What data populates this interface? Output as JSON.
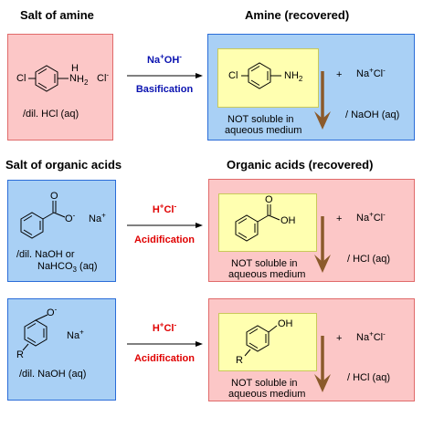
{
  "section1": {
    "left_title": "Salt of amine",
    "right_title": "Amine (recovered)",
    "salt": {
      "cl_sub": "Cl",
      "h": "H",
      "n": "N",
      "h2_main": "H",
      "h2_sub": "2",
      "counter_ion": "Cl",
      "counter_charge": "-",
      "solvent": "/dil. HCl (aq)"
    },
    "reagent": {
      "main": "Na",
      "sup1": "+",
      "mid": "OH",
      "sup2": "-"
    },
    "process": "Basification",
    "product": {
      "cl_sub": "Cl",
      "nh2": "NH",
      "nh2_sub": "2",
      "note1": "NOT soluble in",
      "note2": "aqueous medium",
      "plus": "+",
      "salt_main": "Na",
      "salt_sup1": "+",
      "salt_mid": "Cl",
      "salt_sup2": "-",
      "solvent": "/ NaOH (aq)"
    }
  },
  "section2": {
    "left_title": "Salt of organic acids",
    "right_title": "Organic acids (recovered)",
    "salt": {
      "o_top": "O",
      "o_side": "O",
      "o_charge": "-",
      "counter_main": "Na",
      "counter_sup": "+",
      "solvent_line1": "/dil. NaOH or",
      "solvent_line2_main": "NaHCO",
      "solvent_line2_sub": "3",
      "solvent_line2_end": " (aq)"
    },
    "reagent": {
      "main": "H",
      "sup1": "+",
      "mid": "Cl",
      "sup2": "-"
    },
    "process": "Acidification",
    "product": {
      "o_top": "O",
      "oh": "OH",
      "note1": "NOT soluble in",
      "note2": "aqueous medium",
      "plus": "+",
      "salt_main": "Na",
      "salt_sup1": "+",
      "salt_mid": "Cl",
      "salt_sup2": "-",
      "solvent": "/ HCl (aq)"
    }
  },
  "section3": {
    "salt": {
      "o": "O",
      "o_charge": "-",
      "r": "R",
      "counter_main": "Na",
      "counter_sup": "+",
      "solvent": "/dil. NaOH (aq)"
    },
    "reagent": {
      "main": "H",
      "sup1": "+",
      "mid": "Cl",
      "sup2": "-"
    },
    "process": "Acidification",
    "product": {
      "oh": "OH",
      "r": "R",
      "note1": "NOT soluble in",
      "note2": "aqueous medium",
      "plus": "+",
      "salt_main": "Na",
      "salt_sup1": "+",
      "salt_mid": "Cl",
      "salt_sup2": "-",
      "solvent": "/ HCl (aq)"
    }
  },
  "colors": {
    "pink_box": "#fcc7c7",
    "blue_box": "#a9d0f5",
    "yellow_box": "#ffffb0",
    "reagent_blue": "#0a12b0",
    "reagent_red": "#e00000",
    "down_arrow": "#8b5a2b"
  }
}
